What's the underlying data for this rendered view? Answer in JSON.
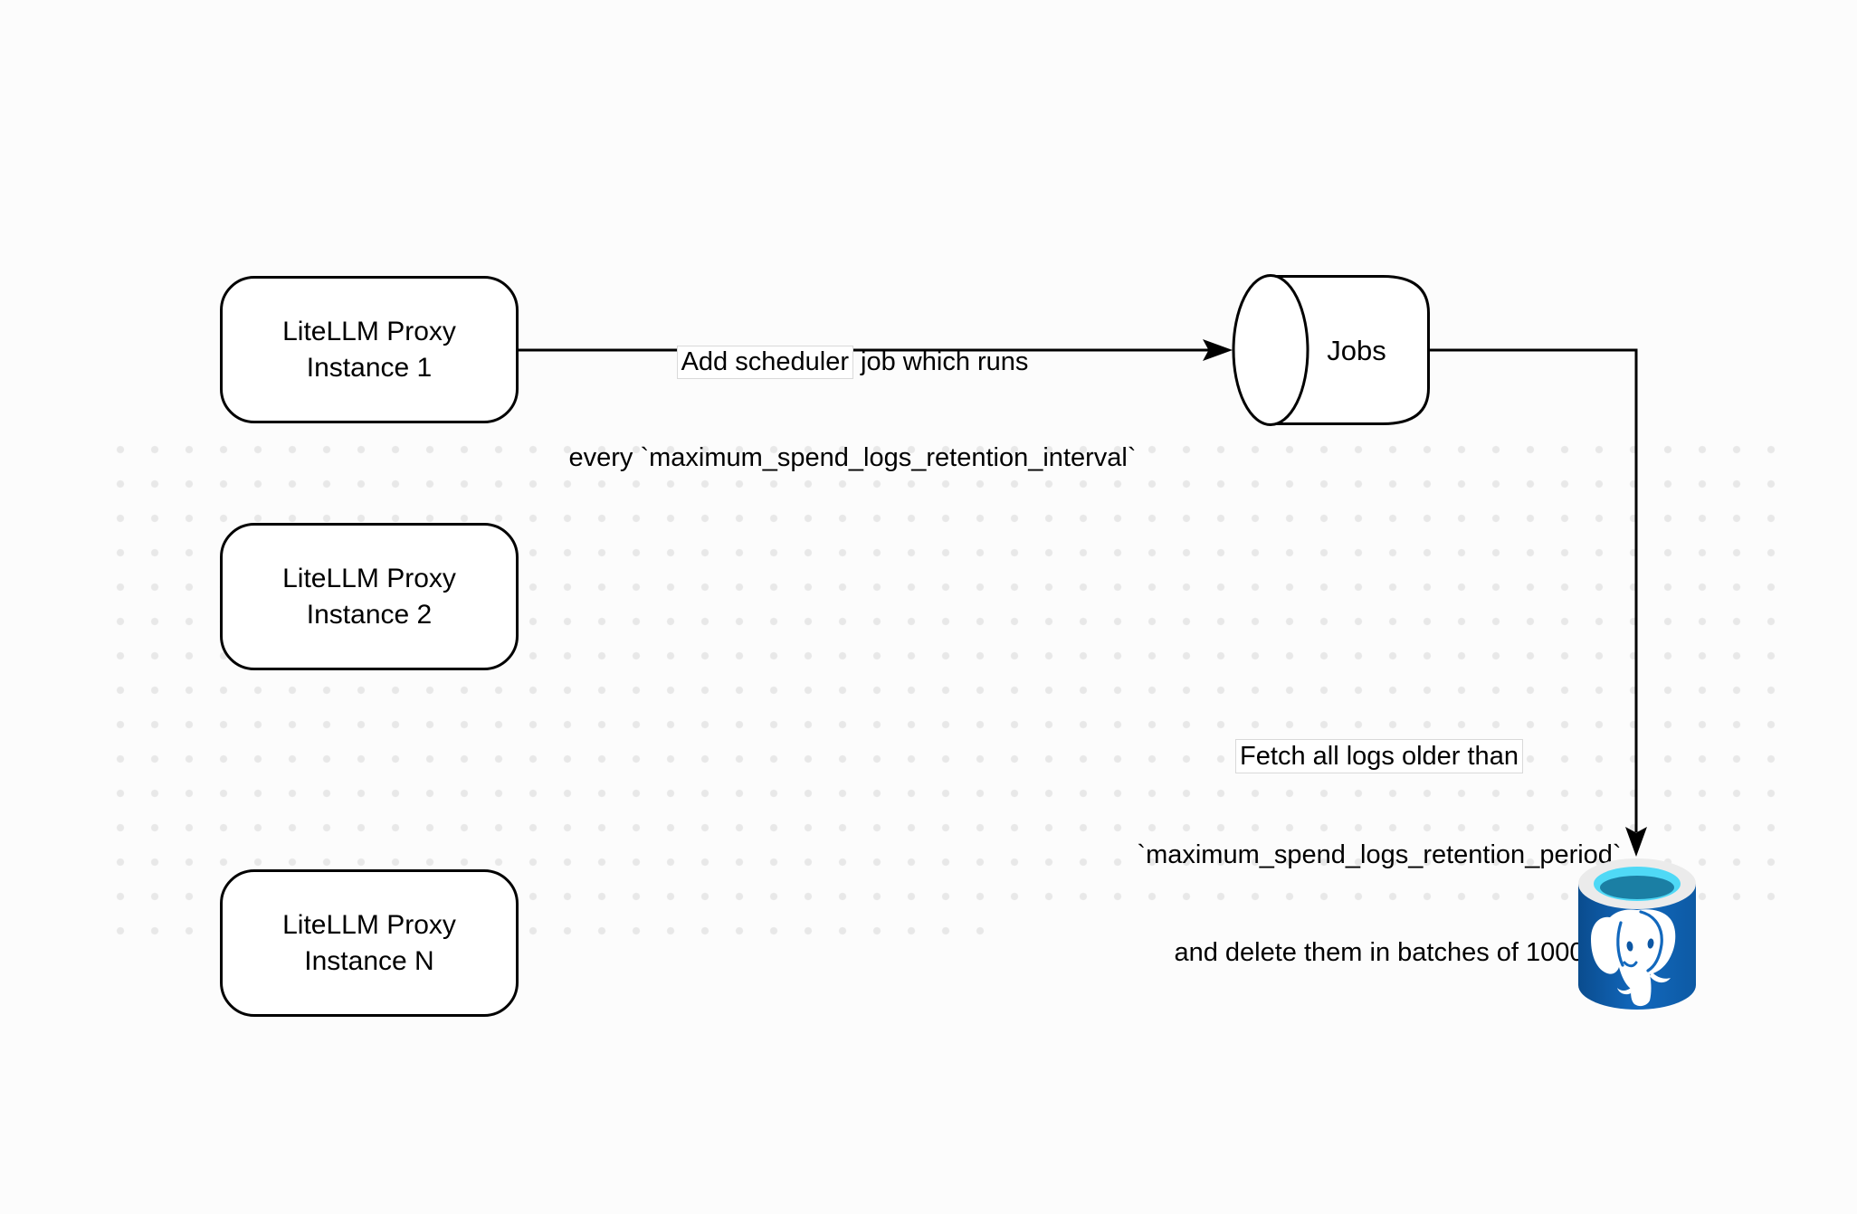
{
  "nodes": {
    "proxy_instance_1": {
      "line1": "LiteLLM Proxy",
      "line2": "Instance 1"
    },
    "proxy_instance_2": {
      "line1": "LiteLLM Proxy",
      "line2": "Instance 2"
    },
    "proxy_instance_n": {
      "line1": "LiteLLM Proxy",
      "line2": "Instance N"
    },
    "jobs_queue": {
      "label": "Jobs"
    },
    "postgres_db": {
      "icon": "postgresql-database-icon"
    }
  },
  "edges": {
    "add_scheduler_job": {
      "line1_highlighted": "Add scheduler",
      "line1_rest": " job which runs",
      "line2": "every `maximum_spend_logs_retention_interval`"
    },
    "fetch_and_delete": {
      "line1_highlighted": "Fetch all logs older than",
      "line2": "`maximum_spend_logs_retention_period`",
      "line3": "and delete them in batches of 1000"
    }
  },
  "colors": {
    "background": "#fcfcfc",
    "dot": "#e8e8e8",
    "stroke": "#000000",
    "node_fill": "#ffffff",
    "postgres_blue": "#1268bd",
    "postgres_blue_dark": "#0a4c8e",
    "postgres_cyan": "#4fd9f6",
    "postgres_teal": "#1b7fa4",
    "postgres_rim": "#ebebeb"
  }
}
